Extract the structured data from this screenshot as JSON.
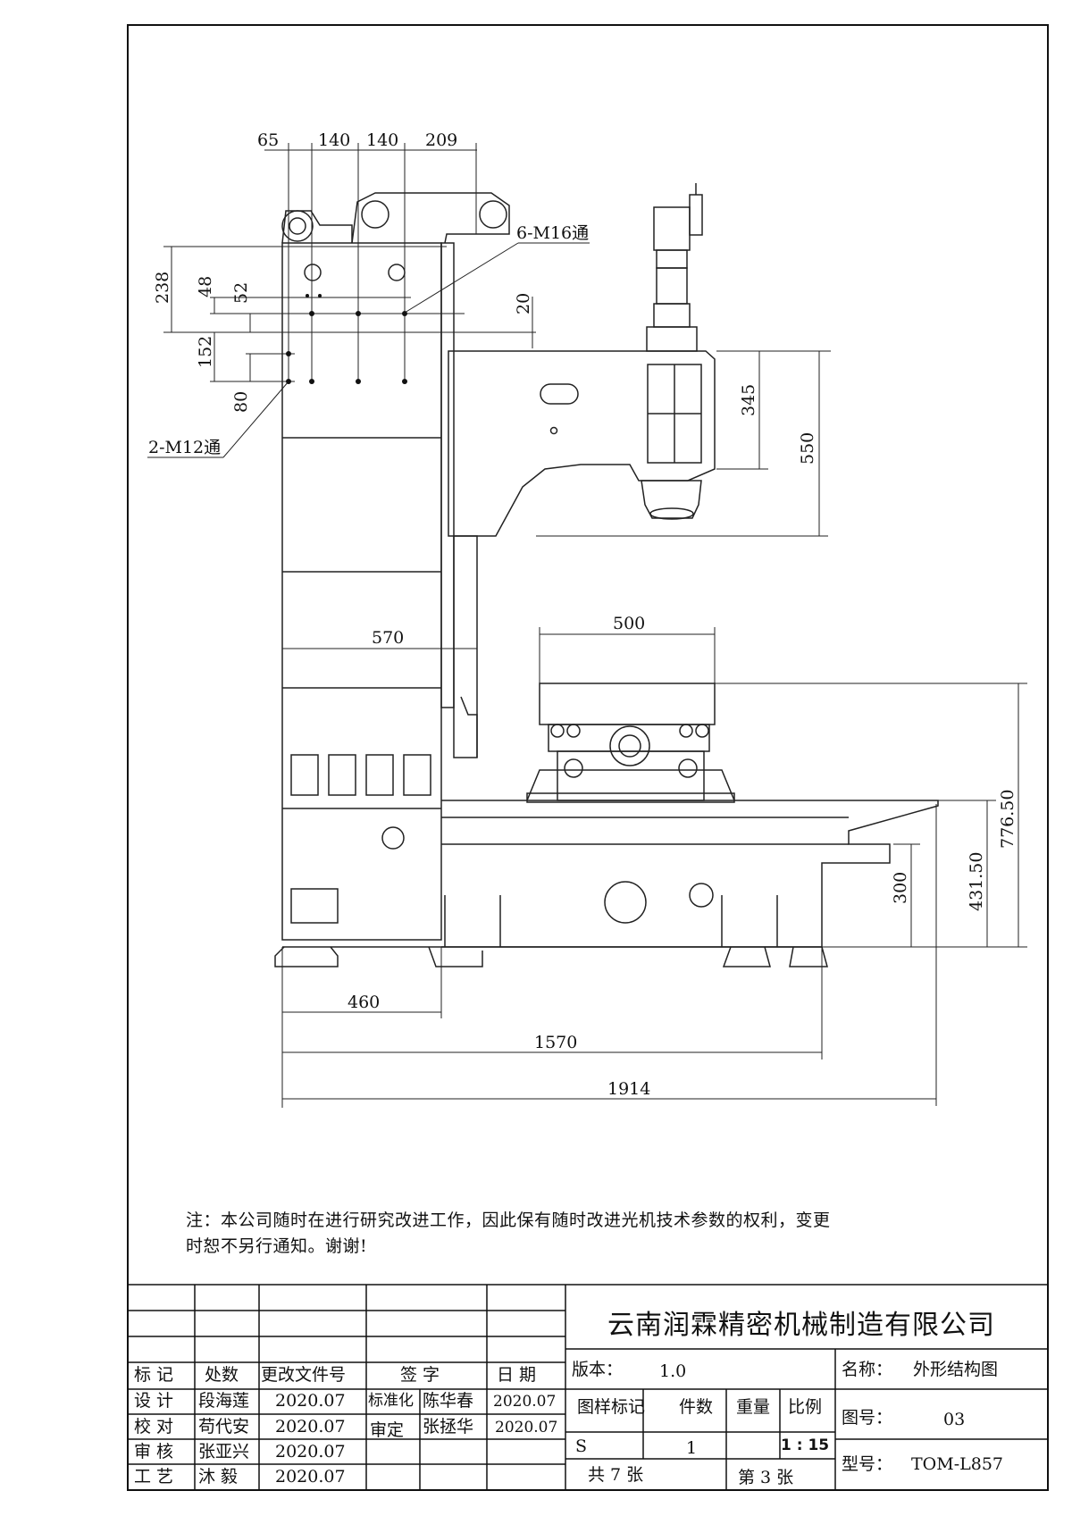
{
  "dimensions": {
    "top_65": "65",
    "top_140a": "140",
    "top_140b": "140",
    "top_209": "209",
    "left_238": "238",
    "left_48": "48",
    "left_52": "52",
    "left_152": "152",
    "left_80": "80",
    "d_20": "20",
    "d_345": "345",
    "d_550": "550",
    "d_570": "570",
    "d_500": "500",
    "d_776": "776.50",
    "d_431": "431.50",
    "d_300": "300",
    "d_460": "460",
    "d_1570": "1570",
    "d_1914": "1914"
  },
  "callouts": {
    "m16": "6-M16通",
    "m12": "2-M12通"
  },
  "note": {
    "line1": "注：本公司随时在进行研究改进工作，因此保有随时改进光机技术参数的权利，变更",
    "line2": "时恕不另行通知。谢谢!"
  },
  "title_block": {
    "company": "云南润霖精密机械制造有限公司",
    "headers": {
      "mark": "标 记",
      "count": "处数",
      "change_doc": "更改文件号",
      "signature": "签 字",
      "date": "日 期"
    },
    "rows": [
      {
        "role": "设 计",
        "name": "段海莲",
        "date": "2020.07"
      },
      {
        "role": "校 对",
        "name": "苟代安",
        "date": "2020.07"
      },
      {
        "role": "审 核",
        "name": "张亚兴",
        "date": "2020.07"
      },
      {
        "role": "工 艺",
        "name": "沐 毅",
        "date": "2020.07"
      }
    ],
    "standardization": {
      "label": "标准化",
      "name": "陈华春",
      "date": "2020.07"
    },
    "approval": {
      "label": "审定",
      "name": "张拯华",
      "date": "2020.07"
    },
    "version_label": "版本：",
    "version": "1.0",
    "drawing_mark": "图样标记",
    "pieces": "件数",
    "weight": "重量",
    "scale_label": "比例",
    "mark_value": "S",
    "pieces_value": "1",
    "scale_value": "1 : 15",
    "total_sheets": "共 7 张",
    "sheet_no": "第 3 张",
    "name_label": "名称：",
    "name_value": "外形结构图",
    "drawing_no_label": "图号：",
    "drawing_no": "03",
    "model_label": "型号：",
    "model": "TOM-L857"
  }
}
